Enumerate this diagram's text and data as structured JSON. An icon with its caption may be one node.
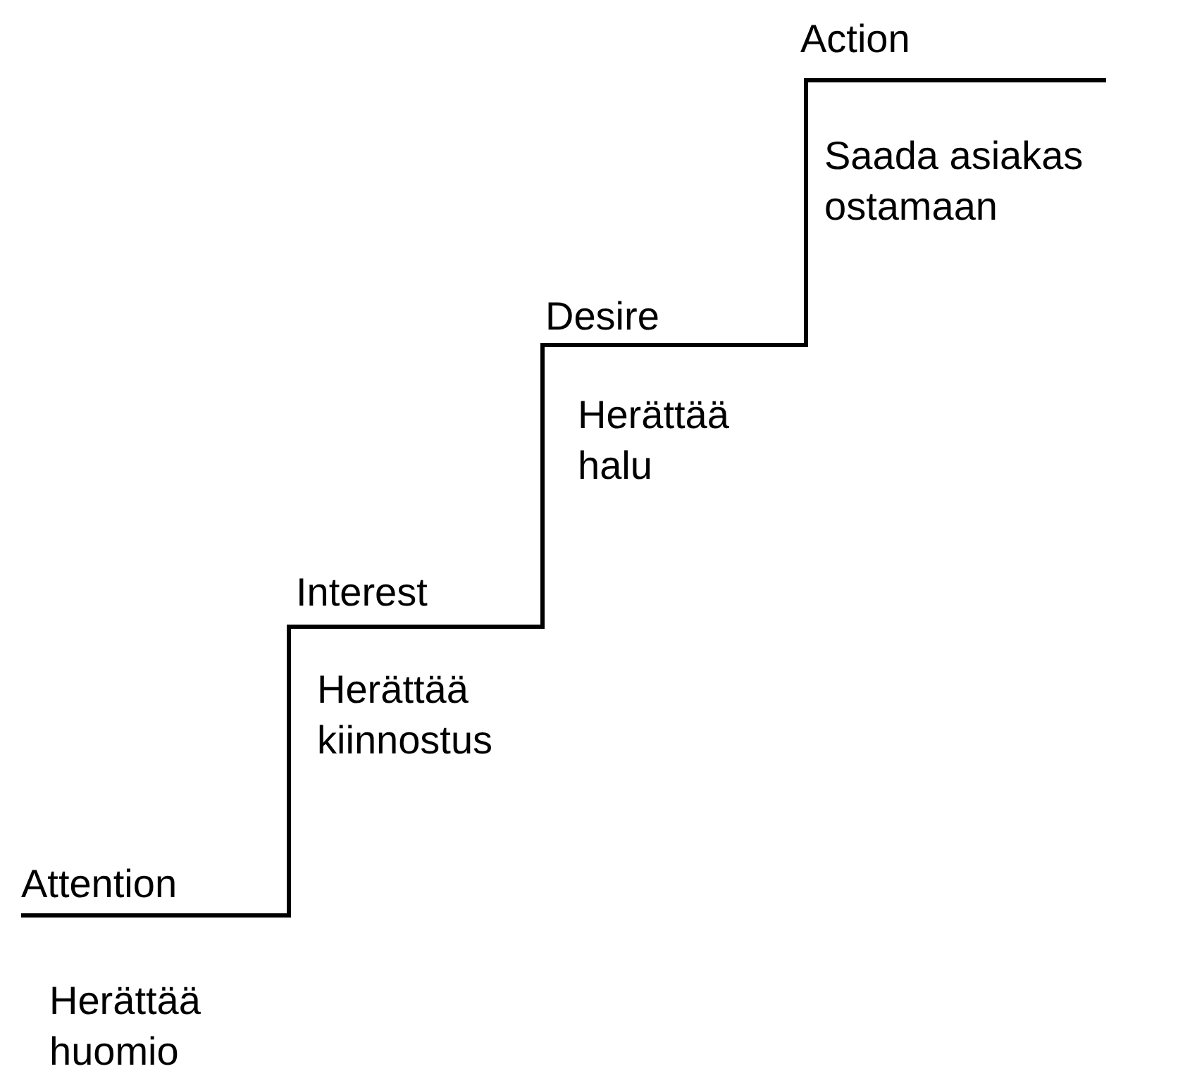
{
  "diagram": {
    "labels": [
      "Action",
      "Saada asiakas ostamaan",
      "Desire",
      "Herättää halu",
      "Interest",
      "Herättää kiinnostus",
      "Attention",
      "Herättää huomio"
    ]
  }
}
